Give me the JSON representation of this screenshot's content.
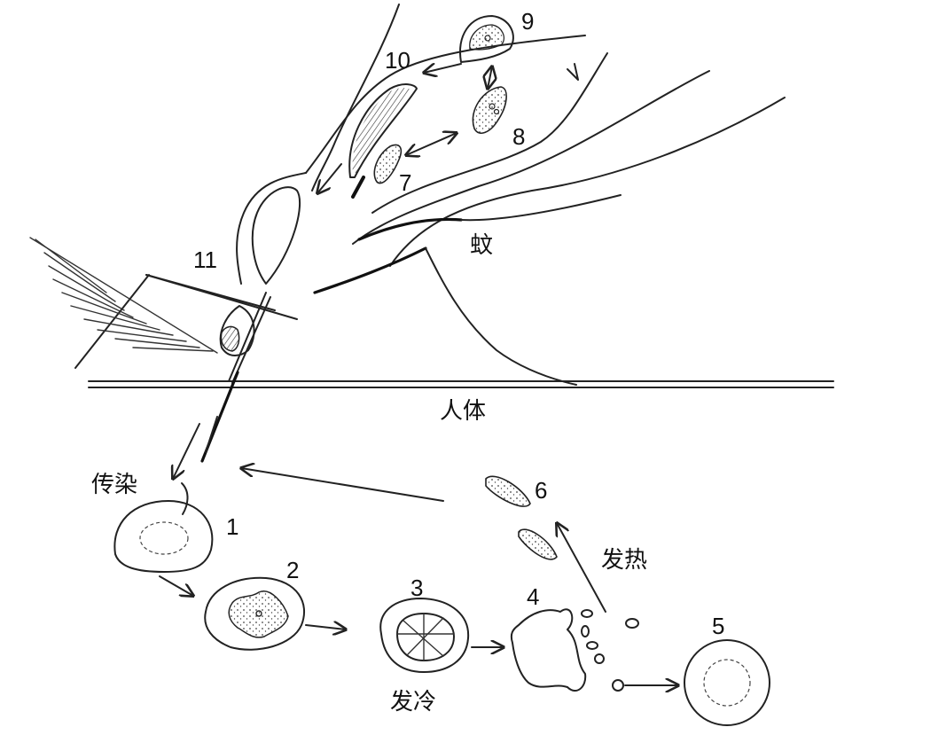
{
  "labels": {
    "mosquito": "蚊",
    "human_body": "人体",
    "infection": "传染",
    "chills": "发冷",
    "fever": "发热"
  },
  "stages": {
    "s1": "1",
    "s2": "2",
    "s3": "3",
    "s4": "4",
    "s5": "5",
    "s6": "6",
    "s7": "7",
    "s8": "8",
    "s9": "9",
    "s10": "10",
    "s11": "11"
  }
}
